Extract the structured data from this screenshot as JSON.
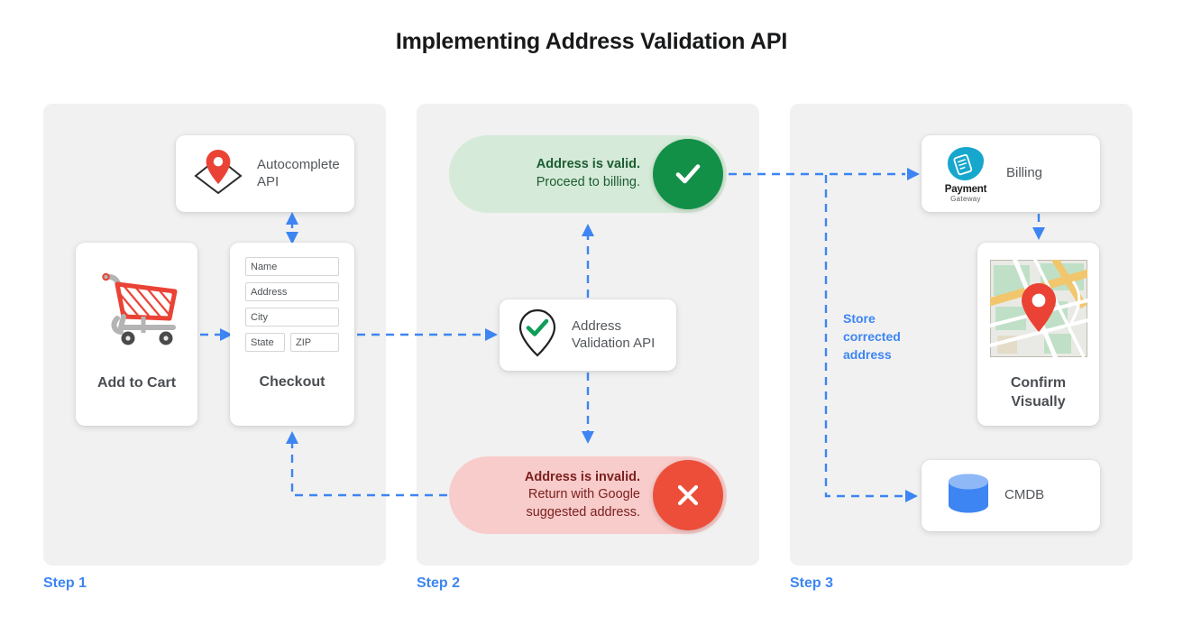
{
  "title": "Implementing Address Validation API",
  "accent_color": "#3d85f2",
  "panel_bg": "#f1f1f1",
  "steps": [
    {
      "label": "Step 1"
    },
    {
      "label": "Step 2"
    },
    {
      "label": "Step 3"
    }
  ],
  "step1": {
    "autocomplete_card": {
      "label_line1": "Autocomplete",
      "label_line2": "API",
      "icon": "map-pin-diamond-icon"
    },
    "add_to_cart_card": {
      "caption": "Add to Cart",
      "icon": "shopping-cart-icon"
    },
    "checkout_card": {
      "caption": "Checkout",
      "fields": [
        {
          "name": "name-field",
          "placeholder": "Name"
        },
        {
          "name": "address-field",
          "placeholder": "Address"
        },
        {
          "name": "city-field",
          "placeholder": "City"
        },
        {
          "name": "state-field",
          "placeholder": "State"
        },
        {
          "name": "zip-field",
          "placeholder": "ZIP"
        }
      ]
    }
  },
  "step2": {
    "valid_banner": {
      "line1": "Address is valid.",
      "line2": "Proceed to billing.",
      "badge_icon": "check-icon",
      "badge_color": "#139048",
      "background": "#d5ead8"
    },
    "invalid_banner": {
      "line1": "Address is invalid.",
      "line2": "Return with Google",
      "line3": "suggested address.",
      "badge_icon": "close-icon",
      "badge_color": "#ed4e3a",
      "background": "#f7ccca"
    },
    "validation_card": {
      "label_line1": "Address",
      "label_line2": "Validation API",
      "icon": "map-pin-check-icon"
    }
  },
  "step3": {
    "billing_card": {
      "label": "Billing",
      "icon": "payment-gateway-icon",
      "logo_line1": "Payment",
      "logo_line2": "Gateway"
    },
    "map_card": {
      "caption_line1": "Confirm",
      "caption_line2": "Visually",
      "icon": "map-thumbnail-icon"
    },
    "cmdb_card": {
      "label": "CMDB",
      "icon": "database-icon"
    },
    "store_note_line1": "Store",
    "store_note_line2": "corrected",
    "store_note_line3": "address"
  }
}
